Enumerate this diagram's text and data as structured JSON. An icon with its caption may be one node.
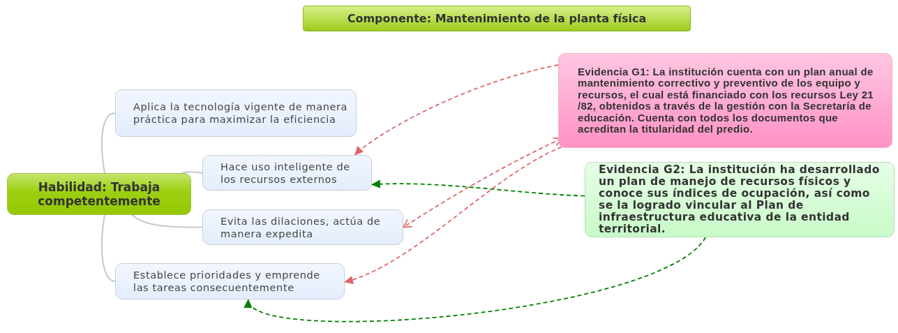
{
  "diagram": {
    "title": "Componente: Mantenimiento de la planta física",
    "nodes": [
      {
        "text": [
          "Habilidad: Trabaja competentemente"
        ]
      },
      {
        "text": [
          "Aplica la tecnología vigente de manera práctica para maximizar la eficiencia"
        ]
      },
      {
        "text": [
          "Hace uso inteligente de los recursos externos"
        ]
      },
      {
        "text": [
          "Evita las dilaciones, actúa de manera expedita"
        ]
      },
      {
        "text": [
          "Establece prioridades y emprende las tareas consecuentemente"
        ]
      },
      {
        "text": [
          "Evidencia G1: La institución cuenta con un plan anual de mantenimiento correctivo y preventivo de los equipo y recursos, el cual está financiado con los recursos  Ley 21 /82, obtenidos a través de la gestión con la Secretaría de educación. Cuenta con todos los documentos que acreditan la titularidad del predio."
        ]
      },
      {
        "text": [
          "Evidencia G2: La institución ha desarrollado un plan de manejo de recursos físicos y conoce sus índices de ocupación, así como se la logrado vincular al Plan de infraestructura educativa de la entidad territorial."
        ]
      }
    ],
    "edges": [
      {
        "from": 0,
        "to": 1,
        "arrow": "none"
      },
      {
        "from": 0,
        "to": 2,
        "arrow": "none"
      },
      {
        "from": 0,
        "to": 3,
        "arrow": "none"
      },
      {
        "from": 0,
        "to": 4,
        "arrow": "none"
      },
      {
        "from": 5,
        "to": 2,
        "arrow": "to",
        "style": "dashed",
        "color": "#e06666"
      },
      {
        "from": 5,
        "to": 3,
        "arrow": "both",
        "style": "dashed",
        "color": "#e06666"
      },
      {
        "from": 5,
        "to": 4,
        "arrow": "to",
        "style": "dashed",
        "color": "#e06666"
      },
      {
        "from": 6,
        "to": 2,
        "arrow": "to",
        "style": "dashed",
        "color": "#008000"
      },
      {
        "from": 6,
        "to": 4,
        "arrow": "to",
        "style": "dashed",
        "color": "#008000"
      }
    ]
  }
}
